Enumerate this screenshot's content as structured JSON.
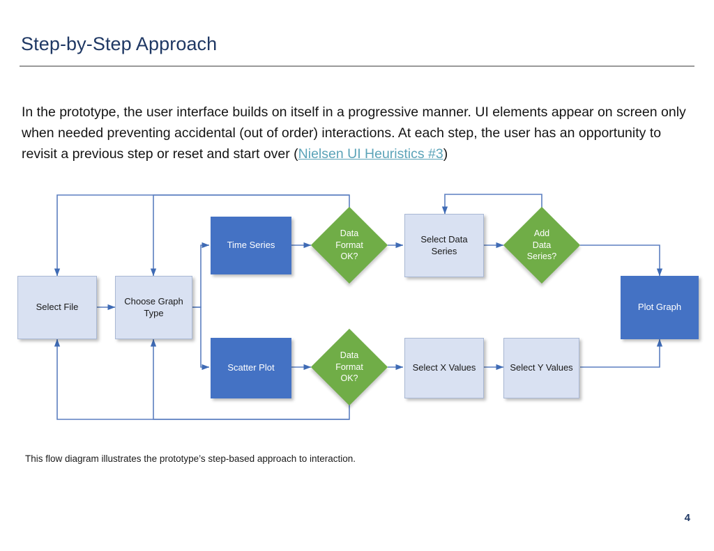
{
  "slide": {
    "title": "Step-by-Step Approach",
    "page_number": "4",
    "title_color": "#1F3864",
    "rule_color": "#9A9A9A"
  },
  "body": {
    "text_part_1": "In the prototype, the user interface builds on itself in a progressive manner. UI elements appear on screen only when needed preventing accidental (out of order) interactions. At each step, the user has an opportunity to revisit a previous step or reset and start over (",
    "link_text": "Nielsen UI Heuristics #3",
    "text_part_2": ")",
    "link_color": "#5BA3B8"
  },
  "caption": {
    "text": "This flow diagram illustrates the prototype’s step-based approach to interaction."
  },
  "diagram": {
    "colors": {
      "process_fill": "#D9E1F2",
      "highlight_fill": "#4472C4",
      "decision_fill": "#70AD47",
      "connector": "#5B7FC0"
    },
    "nodes": [
      {
        "id": "select-file",
        "label": "Select File",
        "shape": "rect",
        "style": "light"
      },
      {
        "id": "choose-graph-type",
        "label": "Choose Graph Type",
        "shape": "rect",
        "style": "light"
      },
      {
        "id": "time-series",
        "label": "Time Series",
        "shape": "rect",
        "style": "blue"
      },
      {
        "id": "data-format-ok-top",
        "label": "Data Format OK?",
        "shape": "diamond",
        "style": "green"
      },
      {
        "id": "select-data-series",
        "label": "Select Data Series",
        "shape": "rect",
        "style": "light"
      },
      {
        "id": "add-data-series",
        "label": "Add Data Series?",
        "shape": "diamond",
        "style": "green"
      },
      {
        "id": "scatter-plot",
        "label": "Scatter Plot",
        "shape": "rect",
        "style": "blue"
      },
      {
        "id": "data-format-ok-bot",
        "label": "Data Format OK?",
        "shape": "diamond",
        "style": "green"
      },
      {
        "id": "select-x-values",
        "label": "Select X Values",
        "shape": "rect",
        "style": "light"
      },
      {
        "id": "select-y-values",
        "label": "Select Y Values",
        "shape": "rect",
        "style": "light"
      },
      {
        "id": "plot-graph",
        "label": "Plot Graph",
        "shape": "rect",
        "style": "blue"
      }
    ],
    "node_labels": {
      "select_file": "Select File",
      "choose_graph_type_line1": "Choose Graph",
      "choose_graph_type_line2": "Type",
      "time_series": "Time Series",
      "data_format_ok_top_line1": "Data",
      "data_format_ok_top_line2": "Format",
      "data_format_ok_top_line3": "OK?",
      "select_data_series_line1": "Select Data",
      "select_data_series_line2": "Series",
      "add_data_series_line1": "Add",
      "add_data_series_line2": "Data",
      "add_data_series_line3": "Series?",
      "scatter_plot": "Scatter Plot",
      "data_format_ok_bot_line1": "Data",
      "data_format_ok_bot_line2": "Format",
      "data_format_ok_bot_line3": "OK?",
      "select_x_values": "Select X Values",
      "select_y_values": "Select Y Values",
      "plot_graph": "Plot Graph"
    },
    "edges": [
      "select-file -> choose-graph-type",
      "choose-graph-type -> time-series",
      "choose-graph-type -> scatter-plot",
      "time-series -> data-format-ok-top",
      "data-format-ok-top -> select-data-series",
      "data-format-ok-top -> select-file (loop top)",
      "data-format-ok-top -> choose-graph-type (loop top)",
      "select-data-series -> add-data-series",
      "add-data-series -> select-data-series (loop back)",
      "add-data-series -> plot-graph",
      "scatter-plot -> data-format-ok-bot",
      "data-format-ok-bot -> select-x-values",
      "data-format-ok-bot -> select-file (loop bottom)",
      "data-format-ok-bot -> choose-graph-type (loop bottom)",
      "select-x-values -> select-y-values",
      "select-y-values -> plot-graph"
    ]
  }
}
